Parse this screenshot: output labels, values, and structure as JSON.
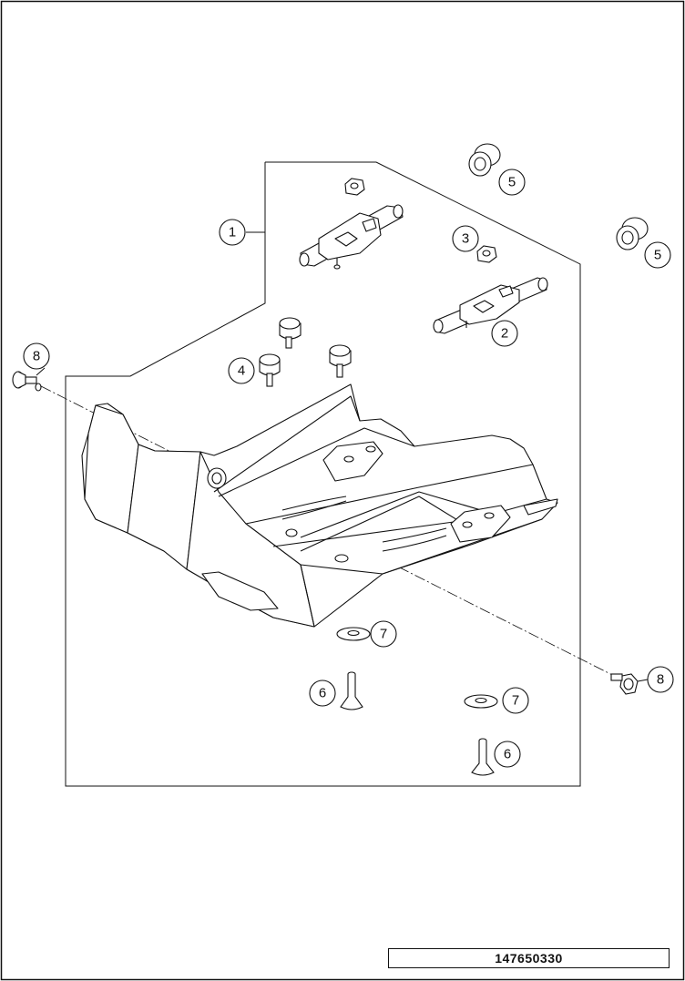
{
  "drawing": {
    "document_number": "147650330",
    "callouts": [
      "1",
      "2",
      "3",
      "4",
      "5",
      "5",
      "6",
      "6",
      "7",
      "7",
      "8",
      "8"
    ]
  }
}
